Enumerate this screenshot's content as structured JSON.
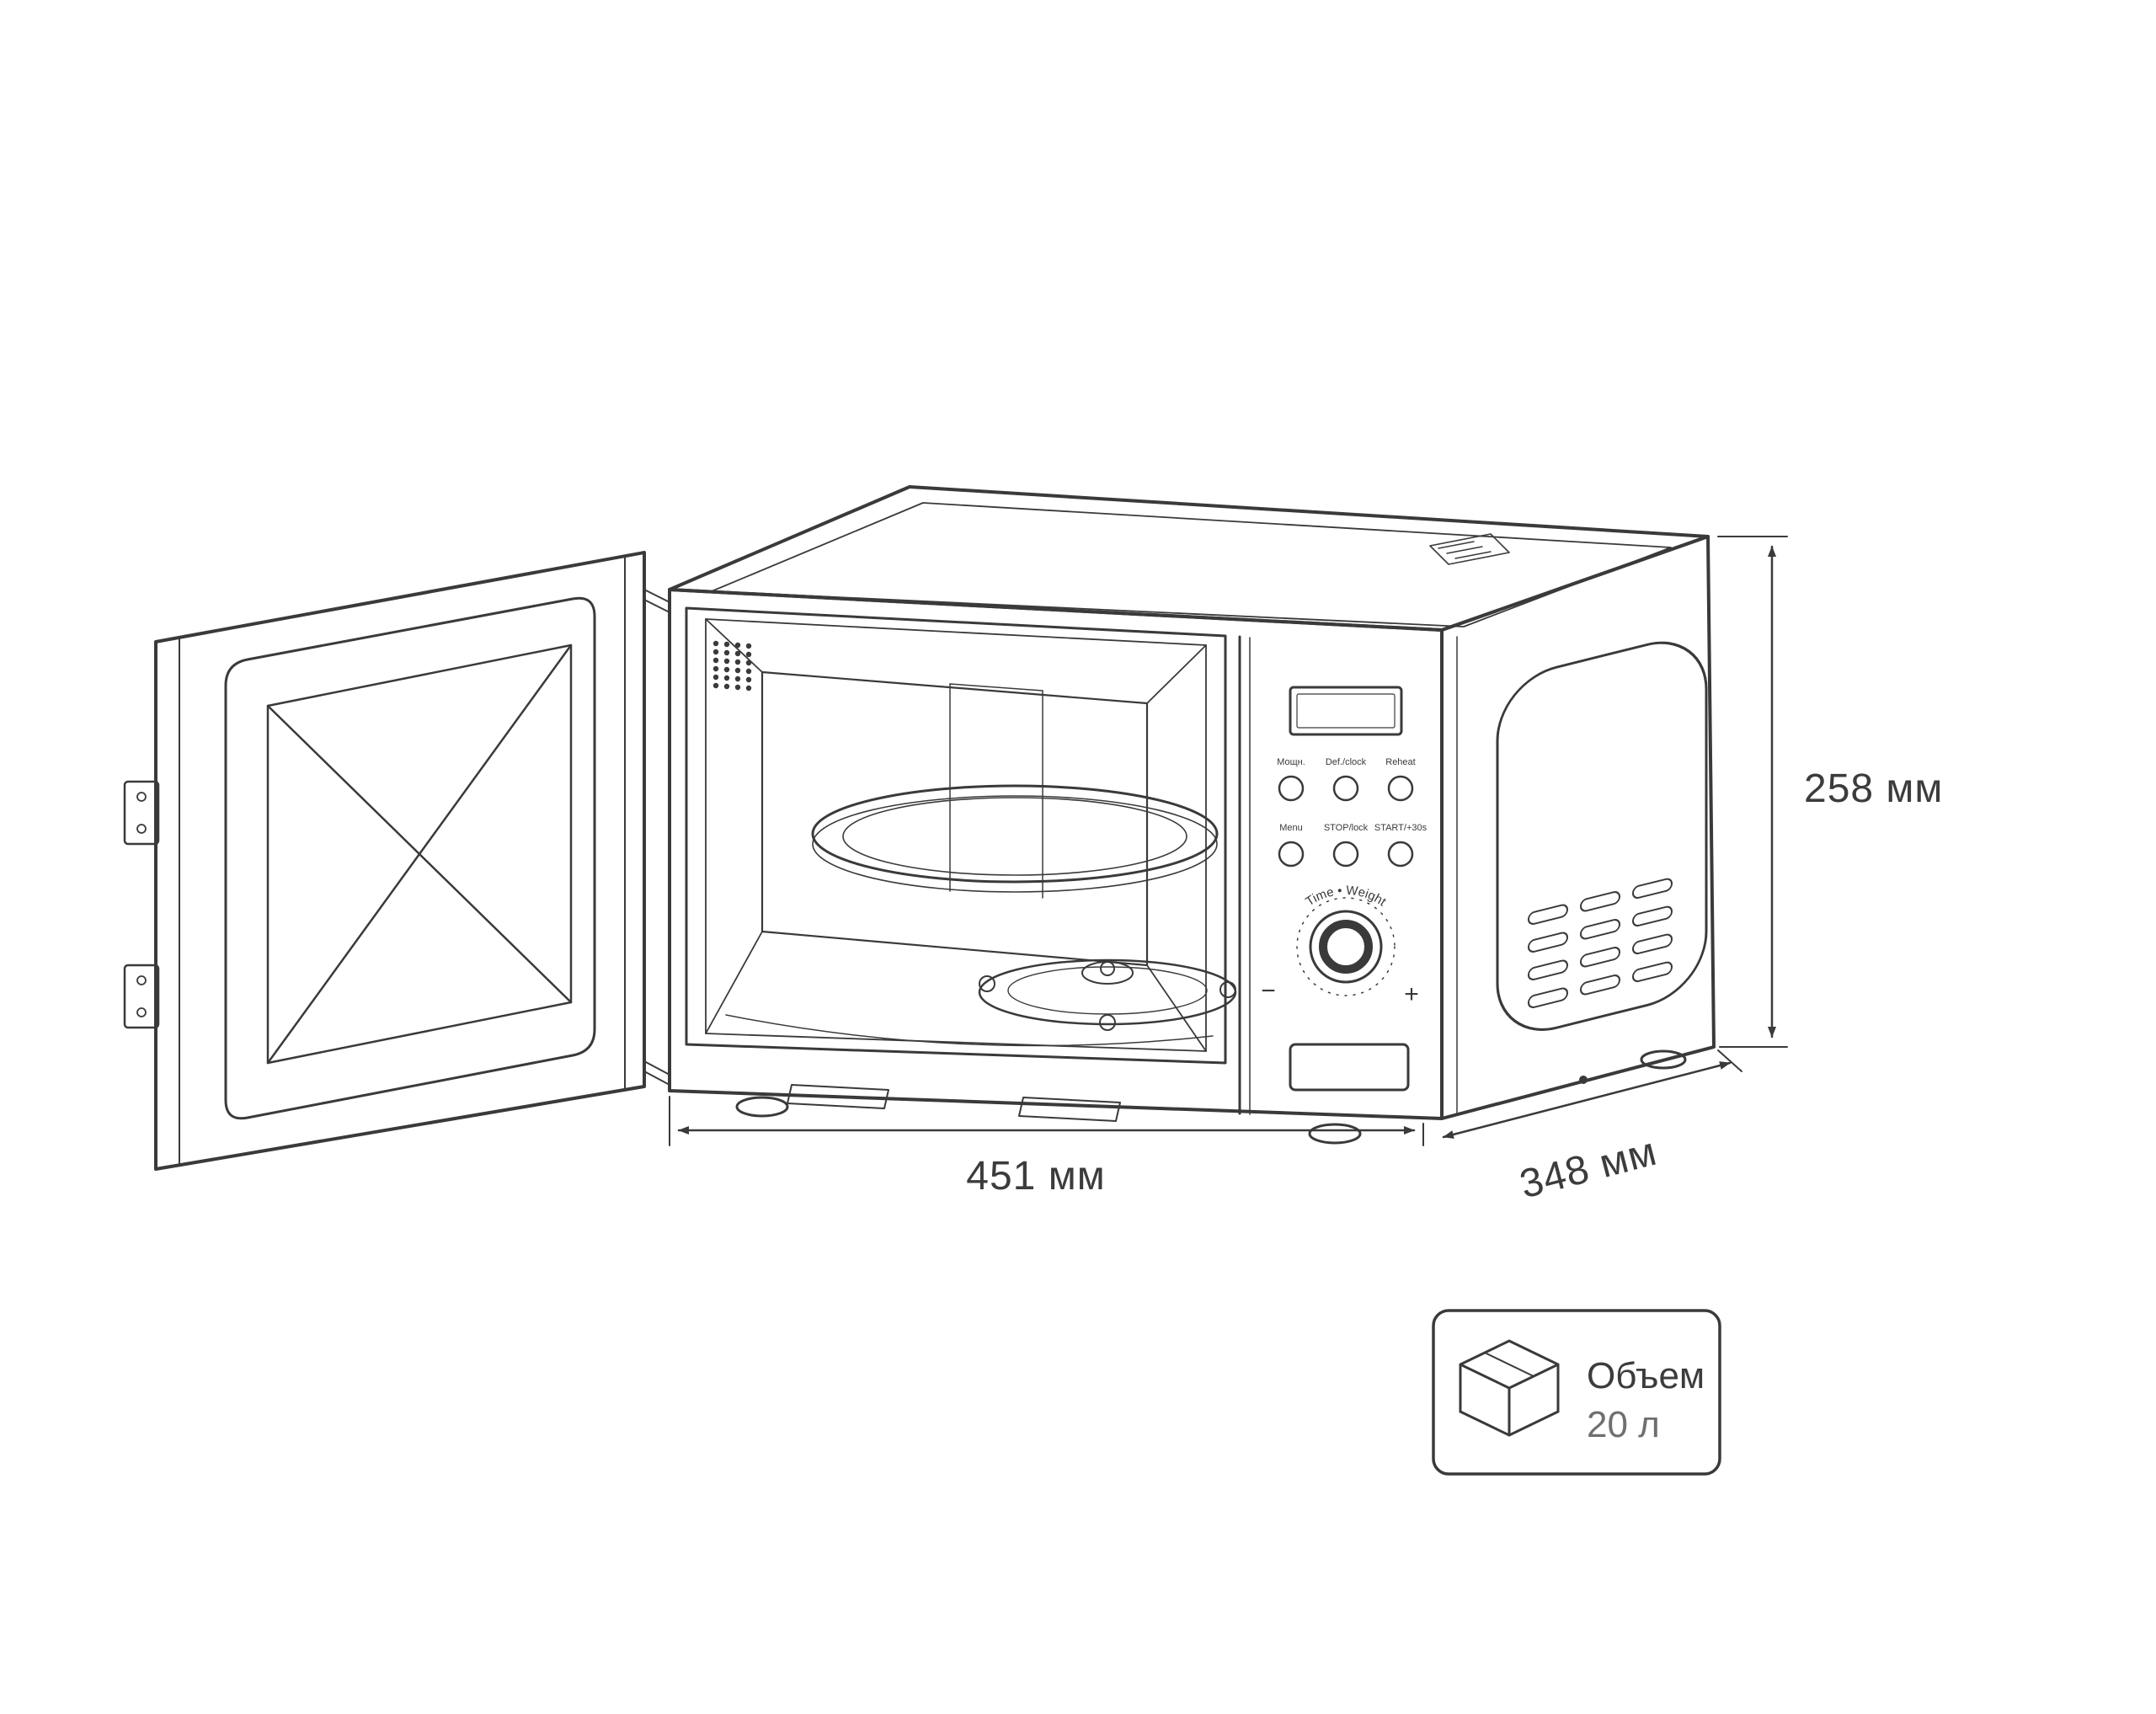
{
  "colors": {
    "line": "#3a3a3a",
    "ink": "#3c3c3c",
    "muted": "#6f6f6f",
    "background": "#ffffff"
  },
  "dimensions": {
    "width": {
      "label": "451 мм"
    },
    "depth": {
      "label": "348 мм"
    },
    "height": {
      "label": "258 мм"
    }
  },
  "volume_badge": {
    "title": "Объем",
    "value": "20 л"
  },
  "control_panel": {
    "buttons": [
      {
        "label": "Мощн."
      },
      {
        "label": "Def./clock"
      },
      {
        "label": "Reheat"
      },
      {
        "label": "Menu"
      },
      {
        "label": "STOP/lock"
      },
      {
        "label": "START/+30s"
      }
    ],
    "knob": {
      "label": "Time • Weight",
      "minus": "−",
      "plus": "+"
    }
  }
}
